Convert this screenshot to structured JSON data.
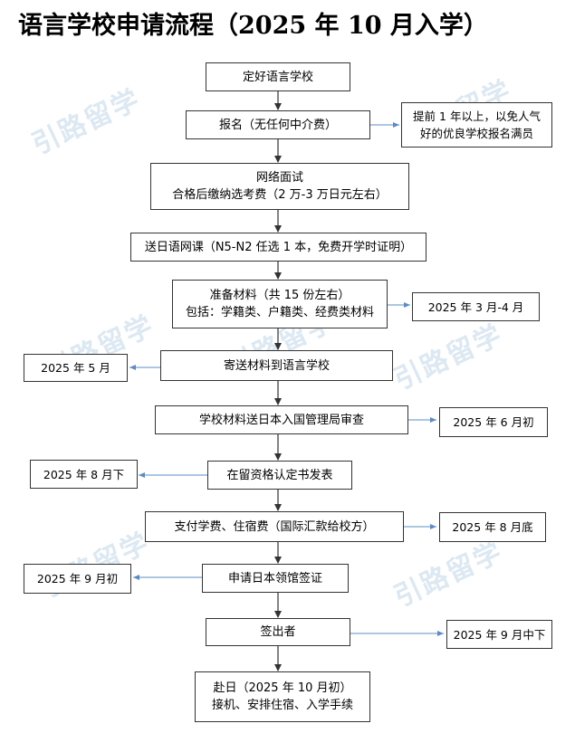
{
  "title": "语言学校申请流程（2025 年 10 月入学）",
  "watermark": "引路留学",
  "steps": [
    {
      "lines": [
        "定好语言学校"
      ]
    },
    {
      "lines": [
        "报名（无任何中介费）"
      ]
    },
    {
      "lines": [
        "网络面试",
        "合格后缴纳选考费（2 万-3 万日元左右）"
      ]
    },
    {
      "lines": [
        "送日语网课（N5-N2 任选 1 本，免费开学时证明）"
      ]
    },
    {
      "lines": [
        "准备材料（共 15 份左右）",
        "包括：学籍类、户籍类、经费类材料"
      ]
    },
    {
      "lines": [
        "寄送材料到语言学校"
      ]
    },
    {
      "lines": [
        "学校材料送日本入国管理局审查"
      ]
    },
    {
      "lines": [
        "在留资格认定书发表"
      ]
    },
    {
      "lines": [
        "支付学费、住宿费（国际汇款给校方）"
      ]
    },
    {
      "lines": [
        "申请日本领馆签证"
      ]
    },
    {
      "lines": [
        "签出者"
      ]
    },
    {
      "lines": [
        "赴日（2025 年 10 月初）",
        "接机、安排住宿、入学手续"
      ]
    }
  ],
  "notes": {
    "early_apply": [
      "提前 1 年以上，以免人气",
      "好的优良学校报名满员"
    ],
    "materials_time": "2025 年 3 月-4 月",
    "send_time": "2025 年 5 月",
    "review_time": "2025 年 6 月初",
    "coe_time": "2025 年 8 月下",
    "tuition_time": "2025 年 8 月底",
    "visa_time": "2025 年 9 月初",
    "visa_issued_time": "2025 年 9 月中下"
  },
  "colors": {
    "connector": "#333333",
    "side_arrow": "#5b8cc4",
    "watermark": "#dce8f2"
  }
}
